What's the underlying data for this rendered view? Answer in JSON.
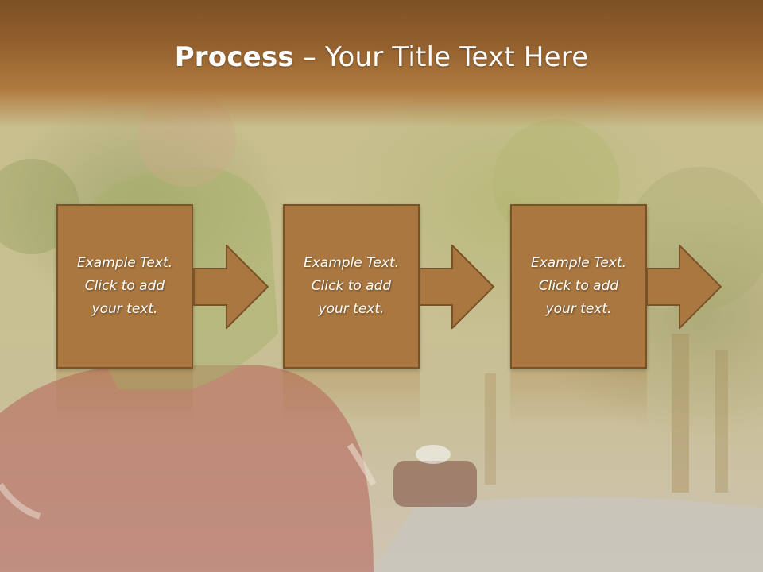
{
  "slide": {
    "title_bold": "Process",
    "title_rest": " – Your Title Text Here",
    "steps": [
      {
        "line1": "Example Text.",
        "line2": "Click  to add",
        "line3": "your text."
      },
      {
        "line1": "Example Text.",
        "line2": "Click  to add",
        "line3": "your text."
      },
      {
        "line1": "Example Text.",
        "line2": "Click  to add",
        "line3": "your text."
      }
    ]
  },
  "colors": {
    "header": "#8a5a2b",
    "box_fill": "#a9773f",
    "box_border": "#7a5228",
    "text": "#ffffff"
  }
}
